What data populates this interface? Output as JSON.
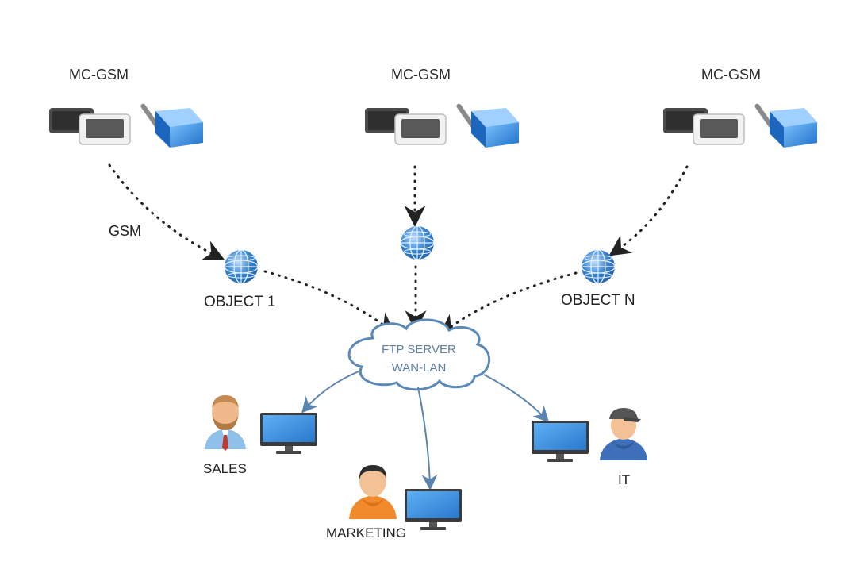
{
  "devices": [
    {
      "label": "MC-GSM"
    },
    {
      "label": "MC-GSM"
    },
    {
      "label": "MC-GSM"
    }
  ],
  "link_label": "GSM",
  "objects": [
    {
      "label": "OBJECT 1"
    },
    {
      "label": ""
    },
    {
      "label": "OBJECT N"
    }
  ],
  "server": {
    "line1": "FTP SERVER",
    "line2": "WAN-LAN"
  },
  "users": [
    {
      "label": "SALES",
      "icon": "bearded-man-with-tie"
    },
    {
      "label": "MARKETING",
      "icon": "man-orange-hoodie"
    },
    {
      "label": "IT",
      "icon": "man-cap-blue-hoodie"
    }
  ],
  "colors": {
    "globe": "#3a86d6",
    "monitor": "#3a8fe0",
    "cloud_stroke": "#5a89b8",
    "cloud_text": "#5b7fa5",
    "arrow_blue": "#5a84b0",
    "dotted": "#222222"
  }
}
